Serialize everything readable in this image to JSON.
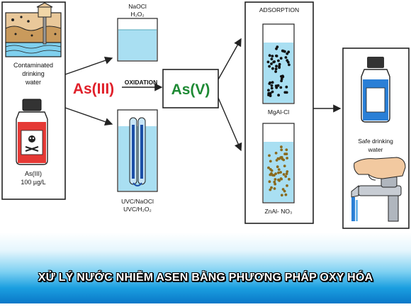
{
  "input_water": {
    "label_line1": "Contaminated",
    "label_line2": "drinking",
    "label_line3": "water"
  },
  "as3_bottle": {
    "label_line1": "As(III)",
    "label_line2": "100 µg/L",
    "color": "#e53935"
  },
  "oxidants_top": {
    "line1": "NaOCl",
    "line2": "H₂O₂"
  },
  "oxidants_bottom": {
    "line1": "UVC/NaOCl",
    "line2": "UVC/H₂O₂"
  },
  "species": {
    "as3": "As(III)",
    "as5": "As(V)",
    "as3_color": "#e0202a",
    "as5_color": "#1e8a34"
  },
  "process": {
    "oxidation_label": "OXIDATION"
  },
  "adsorption": {
    "title": "ADSORPTION",
    "sorbent_1": "MgAl-Cl",
    "sorbent_2": "ZnAl- NO₃"
  },
  "output": {
    "label_line1": "Safe drinking",
    "label_line2": "water"
  },
  "banner": {
    "title": "XỬ LÝ NƯỚC NHIỄM ASEN BẰNG PHƯƠNG PHÁP OXY HÓA"
  }
}
